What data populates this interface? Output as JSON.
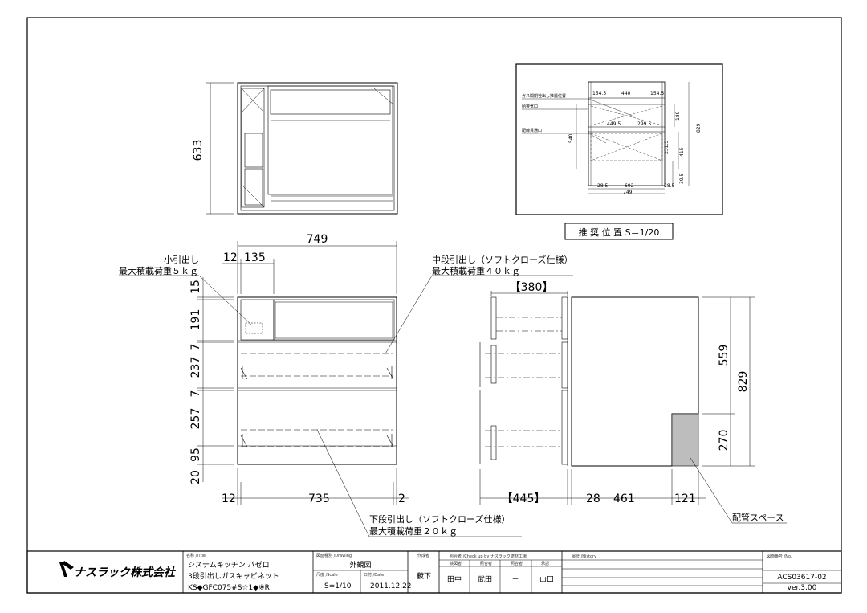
{
  "dimensions": {
    "top_height": "633",
    "front_width": "749",
    "front_left_edge": "12",
    "small_drawer_width": "135",
    "h_15": "15",
    "h_191": "191",
    "h_7a": "7",
    "h_237": "237",
    "h_7b": "7",
    "h_257": "257",
    "h_95": "95",
    "h_20": "20",
    "bottom_left": "12",
    "bottom_middle": "735",
    "bottom_right": "2",
    "side_top": "【380】",
    "side_bottom": "【445】",
    "side_28": "28",
    "side_461": "461",
    "side_121": "121",
    "side_559": "559",
    "side_829": "829",
    "side_270": "270"
  },
  "labels": {
    "small_drawer": "小引出し",
    "small_drawer_load": "最大積載荷重５ｋｇ",
    "middle_drawer": "中段引出し（ソフトクローズ仕様）",
    "middle_drawer_load": "最大積載荷重４０ｋｇ",
    "lower_drawer": "下段引出し（ソフトクローズ仕様）",
    "lower_drawer_load": "最大積載荷重２０ｋｇ",
    "piping_space": "配管スペース",
    "recommended_position": "推 奨 位 置 S＝1/20"
  },
  "inset": {
    "d1": "154.5",
    "d2": "440",
    "d3": "154.5",
    "d4": "180",
    "d5": "829",
    "d6": "540",
    "d7": "415",
    "d8": "231.5",
    "d9": "39.5",
    "d10": "28.5",
    "d11": "692",
    "d12": "28.5",
    "d13": "749",
    "d14": "449.5",
    "d15": "299.5",
    "n1": "ガス開閉栓出し推奨位置",
    "n2": "給排気口",
    "n3": "配線貫通口"
  },
  "title_block": {
    "company": "ナスラック株式会社",
    "name_hdr": "名称 /Title",
    "name1": "システムキッチン パゼロ",
    "name2": "3段引出しガスキャビネット",
    "name3": "KS◆GFC075#S☆1◆※R",
    "type_hdr": "図面種別 /Drawing",
    "type": "外観図",
    "scale_hdr": "尺度 /Scale",
    "scale": "S=1/10",
    "date_hdr": "日付 /Date",
    "date": "2011.12.22",
    "author_hdr": "作成者",
    "author": "藪下",
    "check_hdr": "照合者 /Check up by ナスラック建材工場",
    "p1_hdr": "検図者",
    "p1": "田中",
    "p2_hdr": "照合者",
    "p2": "武田",
    "p3_hdr": "照合者",
    "p3": "－",
    "p4_hdr": "承認",
    "p4": "山口",
    "history_hdr": "履歴 /History",
    "no_hdr": "図面番号 /No.",
    "no": "ACS03617-02",
    "ver": "ver.3.00"
  }
}
